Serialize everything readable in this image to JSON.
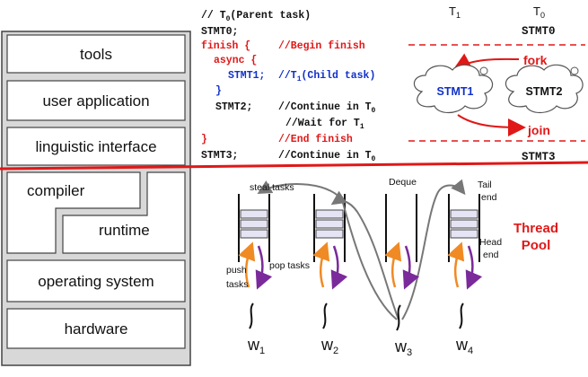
{
  "stack": {
    "tools": "tools",
    "user_application": "user application",
    "linguistic_interface": "linguistic interface",
    "compiler": "compiler",
    "runtime": "runtime",
    "operating_system": "operating system",
    "hardware": "hardware"
  },
  "code": {
    "comment_parent": "// T",
    "comment_parent_sub": "0",
    "comment_parent_tail": "(Parent task)",
    "stmt0": "STMT0;",
    "finish": "finish {",
    "begin_finish": "//Begin finish",
    "async": "async {",
    "stmt1": "STMT1;",
    "child_task": "//T",
    "child_task_sub": "1",
    "child_task_tail": "(Child task)",
    "close_async": "}",
    "stmt2": "STMT2;",
    "continue_t0": "//Continue in T",
    "continue_t0_sub": "0",
    "wait_t1": "//Wait for T",
    "wait_t1_sub": "1",
    "close_finish": "}",
    "end_finish": "//End finish",
    "stmt3": "STMT3;",
    "continue_t0_b": "//Continue in T",
    "continue_t0_b_sub": "0"
  },
  "tasks": {
    "t1_header": "T",
    "t1_header_sub": "1",
    "t0_header": "T",
    "t0_header_sub": "0",
    "stmt0": "STMT0",
    "fork": "fork",
    "stmt1": "STMT1",
    "stmt2": "STMT2",
    "join": "join",
    "stmt3": "STMT3"
  },
  "pool": {
    "steal_tasks": "steal tasks",
    "deque": "Deque",
    "tail": "Tail",
    "tail_end": "end",
    "head": "Head",
    "head_end": "end",
    "push": "push",
    "push_tasks": "tasks",
    "pop_tasks": "pop tasks",
    "thread": "Thread",
    "pool": "Pool",
    "workers": [
      {
        "label": "w",
        "sub": "1"
      },
      {
        "label": "w",
        "sub": "2"
      },
      {
        "label": "w",
        "sub": "3"
      },
      {
        "label": "w",
        "sub": "4"
      }
    ]
  },
  "colors": {
    "red": "#e01818",
    "blue": "#1030c8",
    "orange": "#f08a24",
    "purple": "#7a2a9a",
    "grey": "#888888"
  }
}
